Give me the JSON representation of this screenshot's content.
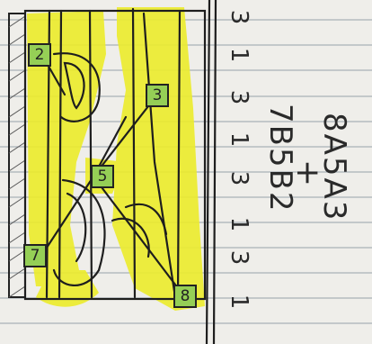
{
  "colors": {
    "paper": "#efeeea",
    "grid_line": "#9aa4ad",
    "yellow_fill": "#ecec2f",
    "label_green": "#95cf56",
    "ink": "#222222"
  },
  "diagram_labels": [
    "2",
    "3",
    "5",
    "7",
    "8"
  ],
  "digit_column": [
    "3",
    "1",
    "3",
    "1",
    "3",
    "1",
    "3",
    "1"
  ],
  "notation": {
    "top": "7B5B2",
    "operator": "+",
    "bottom": "8A5A3"
  }
}
